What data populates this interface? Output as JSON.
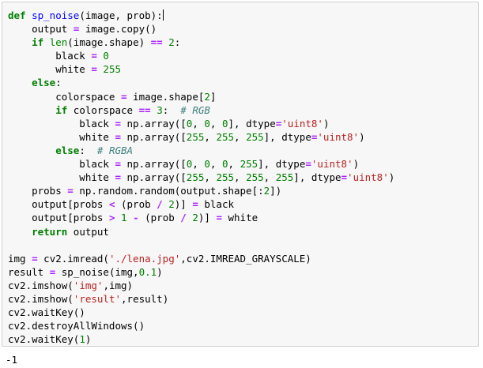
{
  "code_lines": [
    [
      [
        "kw",
        "def"
      ],
      [
        "t",
        " "
      ],
      [
        "fn",
        "sp_noise"
      ],
      [
        "t",
        "(image, prob):"
      ],
      [
        "cursor",
        ""
      ]
    ],
    [
      [
        "t",
        "    output "
      ],
      [
        "op",
        "="
      ],
      [
        "t",
        " image.copy()"
      ]
    ],
    [
      [
        "t",
        "    "
      ],
      [
        "kw",
        "if"
      ],
      [
        "t",
        " "
      ],
      [
        "bi",
        "len"
      ],
      [
        "t",
        "(image.shape) "
      ],
      [
        "op",
        "=="
      ],
      [
        "t",
        " "
      ],
      [
        "num",
        "2"
      ],
      [
        "t",
        ":"
      ]
    ],
    [
      [
        "t",
        "        black "
      ],
      [
        "op",
        "="
      ],
      [
        "t",
        " "
      ],
      [
        "num",
        "0"
      ]
    ],
    [
      [
        "t",
        "        white "
      ],
      [
        "op",
        "="
      ],
      [
        "t",
        " "
      ],
      [
        "num",
        "255"
      ]
    ],
    [
      [
        "t",
        "    "
      ],
      [
        "kw",
        "else"
      ],
      [
        "t",
        ":"
      ]
    ],
    [
      [
        "t",
        "        colorspace "
      ],
      [
        "op",
        "="
      ],
      [
        "t",
        " image.shape["
      ],
      [
        "num",
        "2"
      ],
      [
        "t",
        "]"
      ]
    ],
    [
      [
        "t",
        "        "
      ],
      [
        "kw",
        "if"
      ],
      [
        "t",
        " colorspace "
      ],
      [
        "op",
        "=="
      ],
      [
        "t",
        " "
      ],
      [
        "num",
        "3"
      ],
      [
        "t",
        ":  "
      ],
      [
        "cm",
        "# RGB"
      ]
    ],
    [
      [
        "t",
        "            black "
      ],
      [
        "op",
        "="
      ],
      [
        "t",
        " np.array(["
      ],
      [
        "num",
        "0"
      ],
      [
        "t",
        ", "
      ],
      [
        "num",
        "0"
      ],
      [
        "t",
        ", "
      ],
      [
        "num",
        "0"
      ],
      [
        "t",
        "], dtype"
      ],
      [
        "op",
        "="
      ],
      [
        "str",
        "'uint8'"
      ],
      [
        "t",
        ")"
      ]
    ],
    [
      [
        "t",
        "            white "
      ],
      [
        "op",
        "="
      ],
      [
        "t",
        " np.array(["
      ],
      [
        "num",
        "255"
      ],
      [
        "t",
        ", "
      ],
      [
        "num",
        "255"
      ],
      [
        "t",
        ", "
      ],
      [
        "num",
        "255"
      ],
      [
        "t",
        "], dtype"
      ],
      [
        "op",
        "="
      ],
      [
        "str",
        "'uint8'"
      ],
      [
        "t",
        ")"
      ]
    ],
    [
      [
        "t",
        "        "
      ],
      [
        "kw",
        "else"
      ],
      [
        "t",
        ":  "
      ],
      [
        "cm",
        "# RGBA"
      ]
    ],
    [
      [
        "t",
        "            black "
      ],
      [
        "op",
        "="
      ],
      [
        "t",
        " np.array(["
      ],
      [
        "num",
        "0"
      ],
      [
        "t",
        ", "
      ],
      [
        "num",
        "0"
      ],
      [
        "t",
        ", "
      ],
      [
        "num",
        "0"
      ],
      [
        "t",
        ", "
      ],
      [
        "num",
        "255"
      ],
      [
        "t",
        "], dtype"
      ],
      [
        "op",
        "="
      ],
      [
        "str",
        "'uint8'"
      ],
      [
        "t",
        ")"
      ]
    ],
    [
      [
        "t",
        "            white "
      ],
      [
        "op",
        "="
      ],
      [
        "t",
        " np.array(["
      ],
      [
        "num",
        "255"
      ],
      [
        "t",
        ", "
      ],
      [
        "num",
        "255"
      ],
      [
        "t",
        ", "
      ],
      [
        "num",
        "255"
      ],
      [
        "t",
        ", "
      ],
      [
        "num",
        "255"
      ],
      [
        "t",
        "], dtype"
      ],
      [
        "op",
        "="
      ],
      [
        "str",
        "'uint8'"
      ],
      [
        "t",
        ")"
      ]
    ],
    [
      [
        "t",
        "    probs "
      ],
      [
        "op",
        "="
      ],
      [
        "t",
        " np.random.random(output.shape[:"
      ],
      [
        "num",
        "2"
      ],
      [
        "t",
        "])"
      ]
    ],
    [
      [
        "t",
        "    output[probs "
      ],
      [
        "op",
        "<"
      ],
      [
        "t",
        " (prob "
      ],
      [
        "op",
        "/"
      ],
      [
        "t",
        " "
      ],
      [
        "num",
        "2"
      ],
      [
        "t",
        ")] "
      ],
      [
        "op",
        "="
      ],
      [
        "t",
        " black"
      ]
    ],
    [
      [
        "t",
        "    output[probs "
      ],
      [
        "op",
        ">"
      ],
      [
        "t",
        " "
      ],
      [
        "num",
        "1"
      ],
      [
        "t",
        " "
      ],
      [
        "op",
        "-"
      ],
      [
        "t",
        " (prob "
      ],
      [
        "op",
        "/"
      ],
      [
        "t",
        " "
      ],
      [
        "num",
        "2"
      ],
      [
        "t",
        ")] "
      ],
      [
        "op",
        "="
      ],
      [
        "t",
        " white"
      ]
    ],
    [
      [
        "t",
        "    "
      ],
      [
        "kw",
        "return"
      ],
      [
        "t",
        " output"
      ]
    ],
    [
      [
        "t",
        ""
      ]
    ],
    [
      [
        "t",
        "img "
      ],
      [
        "op",
        "="
      ],
      [
        "t",
        " cv2.imread("
      ],
      [
        "str",
        "'./lena.jpg'"
      ],
      [
        "t",
        ",cv2.IMREAD_GRAYSCALE)"
      ]
    ],
    [
      [
        "t",
        "result "
      ],
      [
        "op",
        "="
      ],
      [
        "t",
        " sp_noise(img,"
      ],
      [
        "num",
        "0.1"
      ],
      [
        "t",
        ")"
      ]
    ],
    [
      [
        "t",
        "cv2.imshow("
      ],
      [
        "str",
        "'img'"
      ],
      [
        "t",
        ",img)"
      ]
    ],
    [
      [
        "t",
        "cv2.imshow("
      ],
      [
        "str",
        "'result'"
      ],
      [
        "t",
        ",result)"
      ]
    ],
    [
      [
        "t",
        "cv2.waitKey()"
      ]
    ],
    [
      [
        "t",
        "cv2.destroyAllWindows()"
      ]
    ],
    [
      [
        "t",
        "cv2.waitKey("
      ],
      [
        "num",
        "1"
      ],
      [
        "t",
        ")"
      ]
    ]
  ],
  "output_text": "-1"
}
